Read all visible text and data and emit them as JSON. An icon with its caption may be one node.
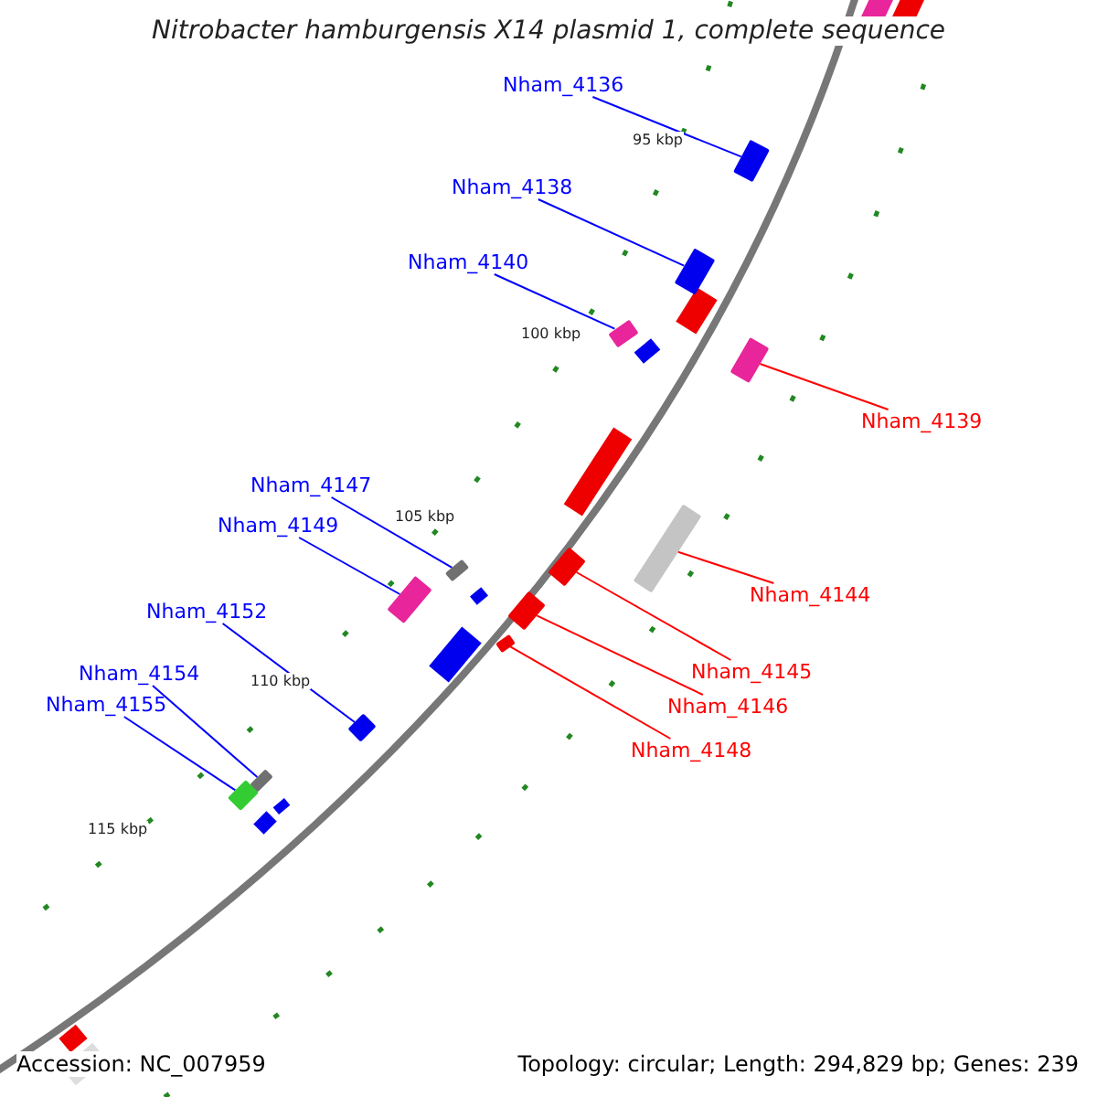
{
  "diagram": {
    "title": "Nitrobacter hamburgensis X14 plasmid 1, complete sequence",
    "nodes": [
      {
        "text": [
          "Nham_4136"
        ]
      },
      {
        "text": [],
        "shape": "bar"
      },
      {
        "text": [
          "Nham_4138"
        ]
      },
      {
        "text": [],
        "shape": "bar"
      },
      {
        "text": [
          "Nham_4140"
        ]
      },
      {
        "text": [],
        "shape": "bar"
      },
      {
        "text": [
          "Nham_4139"
        ]
      },
      {
        "text": [],
        "shape": "bar"
      },
      {
        "text": [
          "Nham_4147"
        ]
      },
      {
        "text": [],
        "shape": "bar"
      },
      {
        "text": [
          "Nham_4149"
        ]
      },
      {
        "text": [],
        "shape": "bar"
      },
      {
        "text": [
          "Nham_4144"
        ]
      },
      {
        "text": [],
        "shape": "bar"
      },
      {
        "text": [
          "Nham_4152"
        ]
      },
      {
        "text": [],
        "shape": "bar"
      },
      {
        "text": [
          "Nham_4145"
        ]
      },
      {
        "text": [],
        "shape": "bar"
      },
      {
        "text": [
          "Nham_4154"
        ]
      },
      {
        "text": [],
        "shape": "bar"
      },
      {
        "text": [
          "Nham_4155"
        ]
      },
      {
        "text": [],
        "shape": "bar"
      },
      {
        "text": [
          "Nham_4146"
        ]
      },
      {
        "text": [],
        "shape": "bar"
      },
      {
        "text": [
          "Nham_4148"
        ]
      },
      {
        "text": [],
        "shape": "bar"
      }
    ],
    "edges": [
      {
        "from": 0,
        "to": 1,
        "arrow": "none"
      },
      {
        "from": 2,
        "to": 3,
        "arrow": "none"
      },
      {
        "from": 4,
        "to": 5,
        "arrow": "none"
      },
      {
        "from": 6,
        "to": 7,
        "arrow": "none",
        "color": "#ff0000"
      },
      {
        "from": 8,
        "to": 9,
        "arrow": "none"
      },
      {
        "from": 10,
        "to": 11,
        "arrow": "none"
      },
      {
        "from": 12,
        "to": 13,
        "arrow": "none",
        "color": "#ff0000"
      },
      {
        "from": 14,
        "to": 15,
        "arrow": "none"
      },
      {
        "from": 16,
        "to": 17,
        "arrow": "none",
        "color": "#ff0000"
      },
      {
        "from": 18,
        "to": 19,
        "arrow": "none"
      },
      {
        "from": 20,
        "to": 21,
        "arrow": "none"
      },
      {
        "from": 22,
        "to": 23,
        "arrow": "none",
        "color": "#ff0000"
      },
      {
        "from": 24,
        "to": 25,
        "arrow": "none",
        "color": "#ff0000"
      }
    ],
    "labels": [
      "95 kbp",
      "100 kbp",
      "105 kbp",
      "110 kbp",
      "115 kbp",
      "Accession: NC_007959",
      "Topology: circular; Length: 294,829 bp; Genes: 239"
    ]
  }
}
